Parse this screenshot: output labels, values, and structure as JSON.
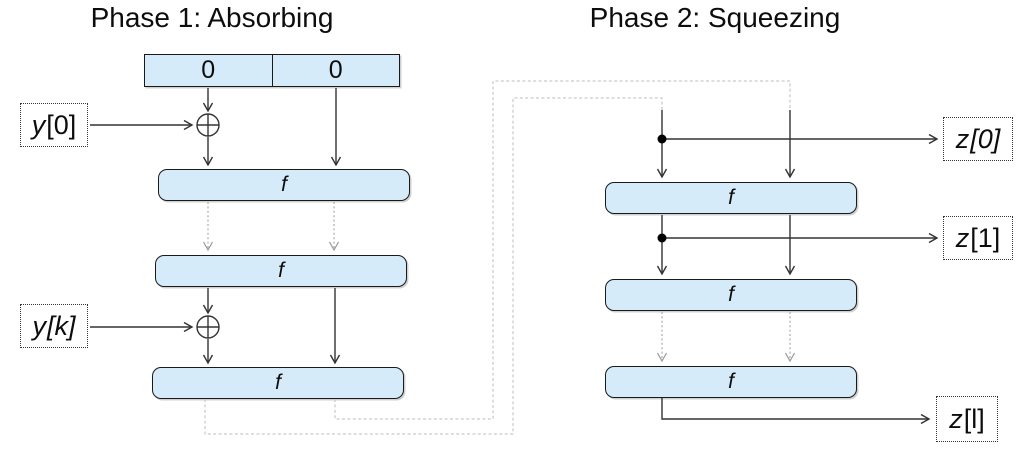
{
  "diagram": {
    "phase1_title": "Phase 1: Absorbing",
    "phase2_title": "Phase 2: Squeezing",
    "f_label": "f",
    "register_cells": [
      "0",
      "0"
    ],
    "labels": {
      "y0": {
        "variable": "y",
        "index": "[0]",
        "index_style": "plain"
      },
      "yk": {
        "variable": "y",
        "index": "[k]",
        "index_style": "italic"
      },
      "z0": {
        "variable": "z",
        "index": "[0]",
        "index_style": "italic"
      },
      "z1": {
        "variable": "z",
        "index": "[1]",
        "index_style": "plain"
      },
      "zl": {
        "variable": "z",
        "index": "[l]",
        "index_style": "plain"
      }
    },
    "colors": {
      "box_fill": "#d5ebf9",
      "box_stroke": "#1a1a1a",
      "arrow": "#333333",
      "dashed_arrow_gray": "#ababab",
      "feedback_path_gray": "#c9c9c9",
      "label_text": "#0d0d0d"
    }
  }
}
